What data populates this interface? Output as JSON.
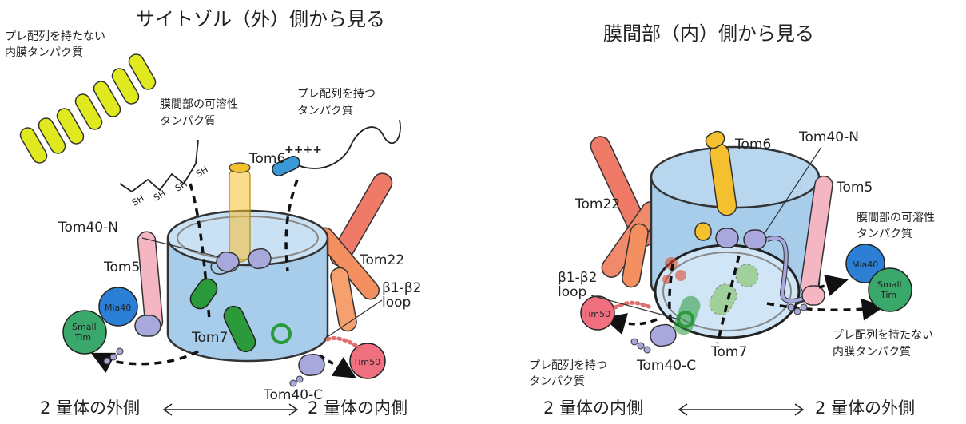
{
  "left_panel": {
    "title": "サイトゾル（外）側から見る",
    "presequenceless_membrane_protein": [
      "プレ配列を持たない",
      "内膜タンパク質"
    ],
    "ims_soluble_protein": [
      "膜間部の可溶性",
      "タンパク質"
    ],
    "presequence_protein": [
      "プレ配列を持つ",
      "タンパク質"
    ],
    "sh_labels": [
      "SH",
      "SH",
      "SH",
      "SH"
    ],
    "charges": "++++",
    "tom6": "Tom6",
    "tom40n": "Tom40-N",
    "tom5": "Tom5",
    "tom22": "Tom22",
    "tom7": "Tom7",
    "tom40c": "Tom40-C",
    "mia40": "Mia40",
    "small_tim": [
      "Small",
      "Tim"
    ],
    "tim50": "Tim50",
    "beta_loop": [
      "β1-β2",
      "loop"
    ],
    "axis": {
      "left": "2 量体の外側",
      "right": "2 量体の内側"
    }
  },
  "right_panel": {
    "title": "膜間部（内）側から見る",
    "tom6": "Tom6",
    "tom40n": "Tom40-N",
    "tom22": "Tom22",
    "tom5": "Tom5",
    "ims_soluble_protein": [
      "膜間部の可溶性",
      "タンパク質"
    ],
    "mia40": "Mia40",
    "small_tim": [
      "Small",
      "Tim"
    ],
    "beta_loop": [
      "β1-β2",
      "loop"
    ],
    "tim50": "Tim50",
    "presequenceless_membrane_protein": [
      "プレ配列を持たない",
      "内膜タンパク質"
    ],
    "tom7": "Tom7",
    "presequence_protein": [
      "プレ配列を持つ",
      "タンパク質"
    ],
    "tom40c": "Tom40-C",
    "axis": {
      "left": "2 量体の内側",
      "right": "2 量体の外側"
    }
  },
  "colors": {
    "barrel": "#a8cdeb",
    "tom22": "#f08070",
    "tom5": "#f4b6c2",
    "tom6": "#f5c030",
    "tom7": "#2a9a3a",
    "tom40_domain": "#a8a8dc",
    "mia40": "#2b7fd4",
    "small_tim": "#3aa86a",
    "tim50": "#f07080",
    "helix": "#e0e820",
    "presequence": "#3a9ad8"
  }
}
